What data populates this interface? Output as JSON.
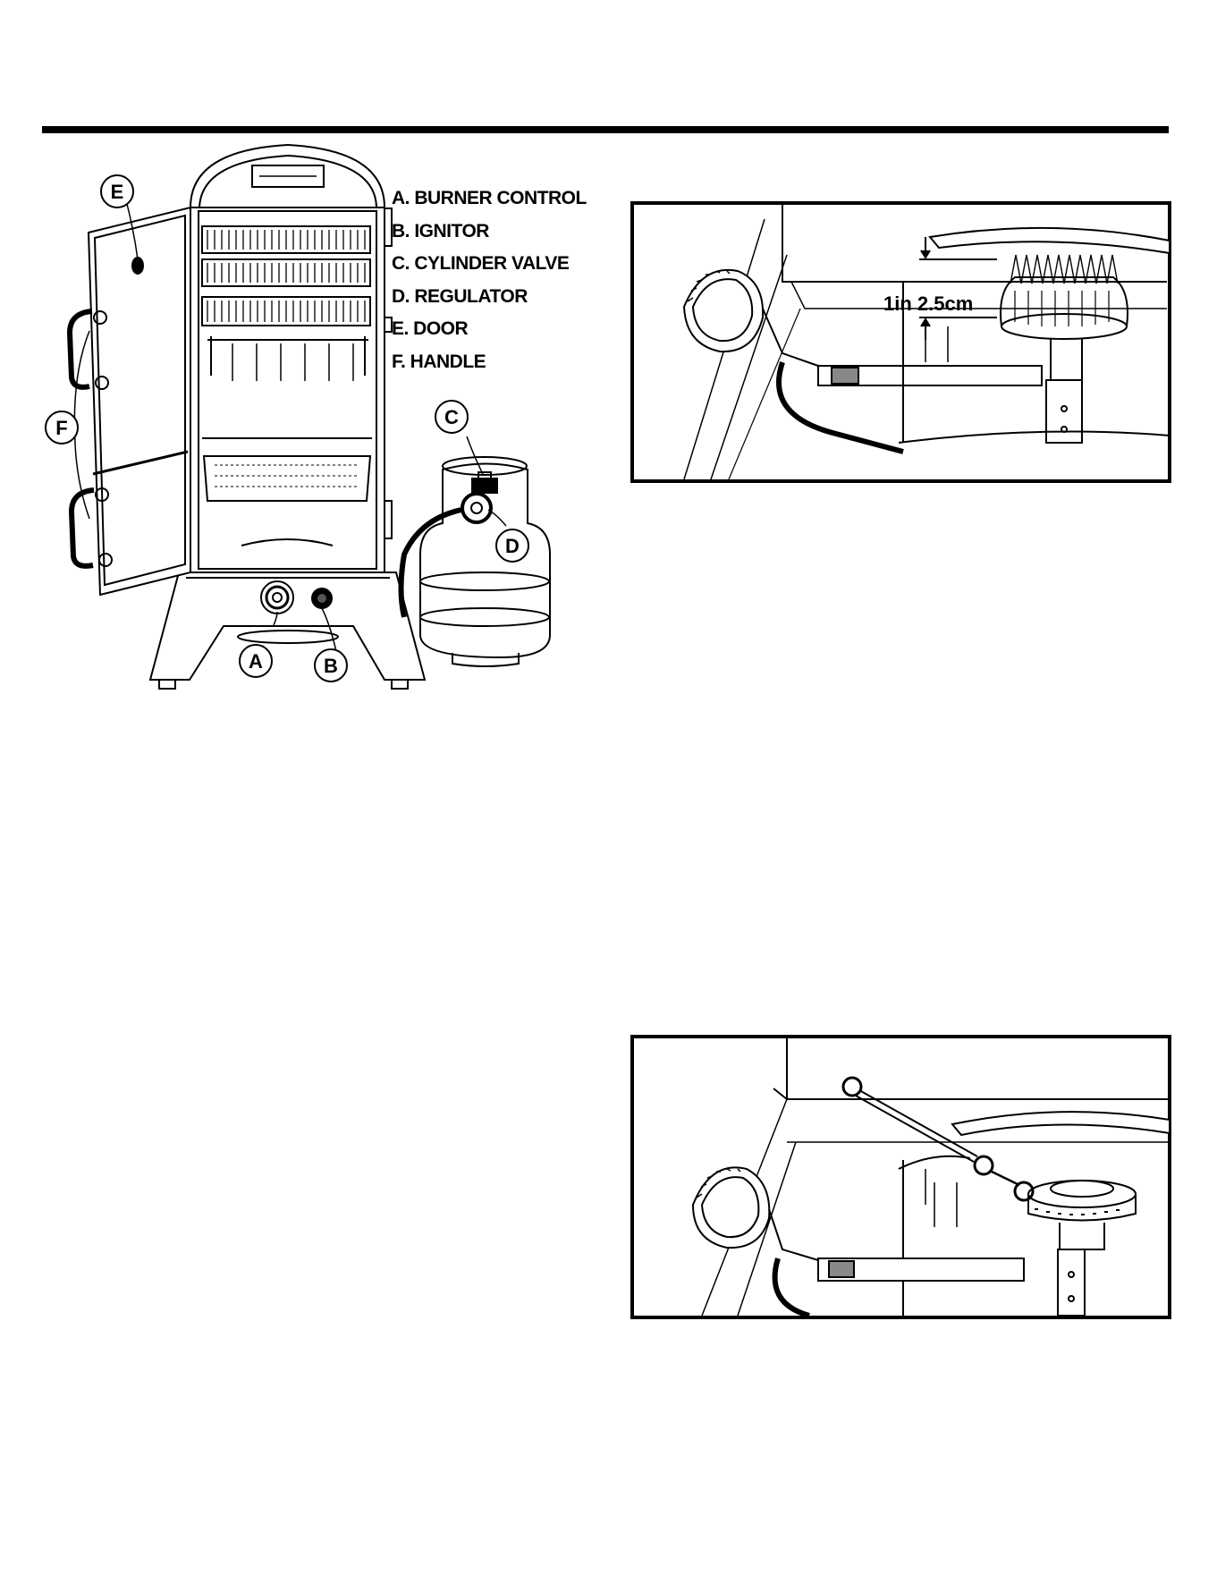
{
  "legend": {
    "items": [
      {
        "letter": "A",
        "label": "A. BURNER CONTROL"
      },
      {
        "letter": "B",
        "label": "B. IGNITOR"
      },
      {
        "letter": "C",
        "label": "C. CYLINDER VALVE"
      },
      {
        "letter": "D",
        "label": "D. REGULATOR"
      },
      {
        "letter": "E",
        "label": "E. DOOR"
      },
      {
        "letter": "F",
        "label": "F. HANDLE"
      }
    ]
  },
  "callouts": {
    "a": "A",
    "b": "B",
    "c": "C",
    "d": "D",
    "e": "E",
    "f": "F"
  },
  "burner_detail": {
    "measurement": "1in 2.5cm"
  }
}
